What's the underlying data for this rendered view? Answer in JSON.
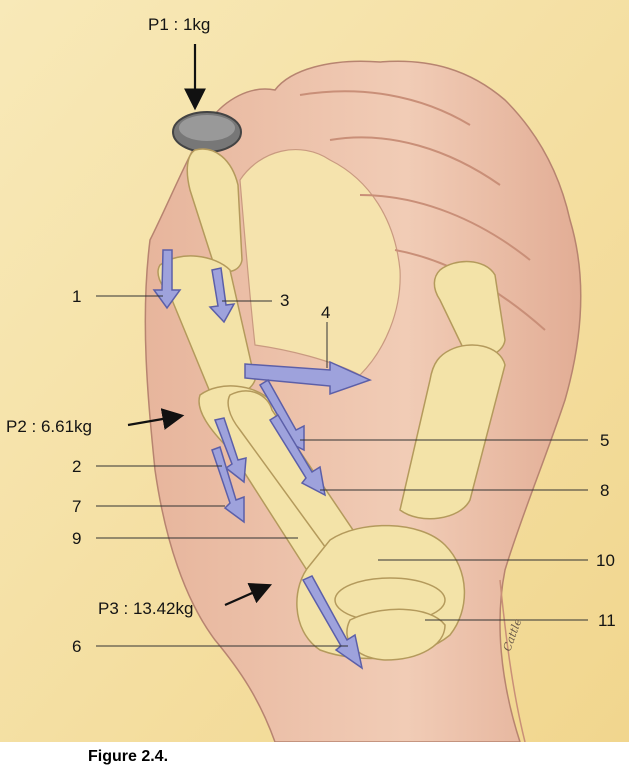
{
  "figure": {
    "caption": "Figure 2.4.",
    "signature": "Cattle",
    "loads": [
      {
        "id": "p1",
        "text": "P1 : 1kg"
      },
      {
        "id": "p2",
        "text": "P2 : 6.61kg"
      },
      {
        "id": "p3",
        "text": "P3  : 13.42kg"
      }
    ],
    "callouts": [
      "1",
      "2",
      "3",
      "4",
      "5",
      "6",
      "7",
      "8",
      "9",
      "10",
      "11"
    ]
  },
  "colors": {
    "background": "#f6e2a6",
    "skin": "#ecc1a8",
    "skin_shadow": "#c98f78",
    "bone": "#f3e3a8",
    "bone_outline": "#b49a5c",
    "force_arrow": "#9ea2dc",
    "force_arrow_outline": "#5c5fa8",
    "weight": "#777777"
  }
}
